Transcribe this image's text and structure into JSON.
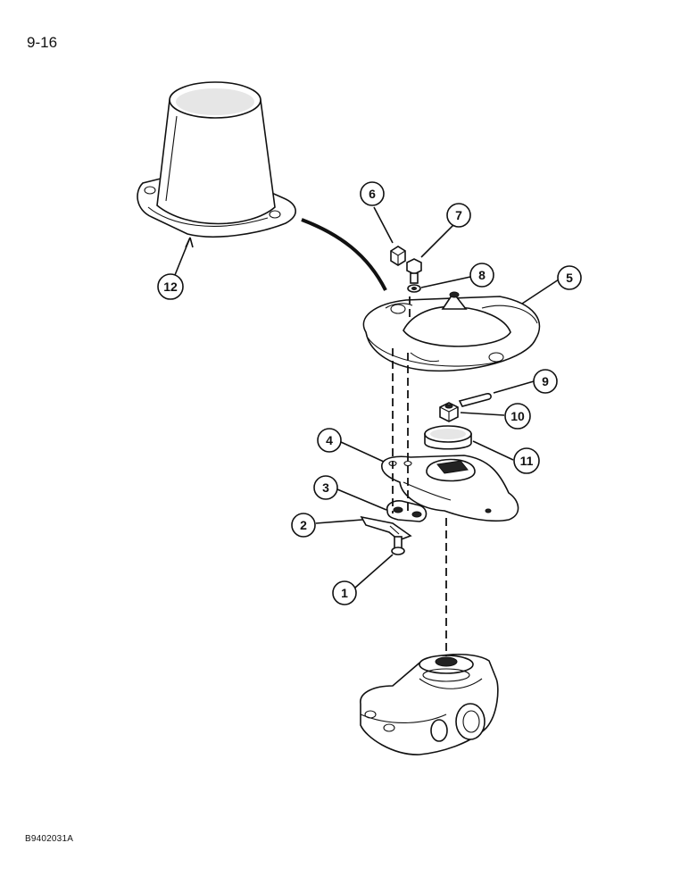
{
  "page": {
    "number": "9-16",
    "figure_code": "B9402031A"
  },
  "callouts": [
    {
      "id": "1",
      "label": "1"
    },
    {
      "id": "2",
      "label": "2"
    },
    {
      "id": "3",
      "label": "3"
    },
    {
      "id": "4",
      "label": "4"
    },
    {
      "id": "5",
      "label": "5"
    },
    {
      "id": "6",
      "label": "6"
    },
    {
      "id": "7",
      "label": "7"
    },
    {
      "id": "8",
      "label": "8"
    },
    {
      "id": "9",
      "label": "9"
    },
    {
      "id": "10",
      "label": "10"
    },
    {
      "id": "11",
      "label": "11"
    },
    {
      "id": "12",
      "label": "12"
    }
  ],
  "colors": {
    "ink": "#111111",
    "paper": "#ffffff",
    "shade": "#e6e6e6"
  }
}
